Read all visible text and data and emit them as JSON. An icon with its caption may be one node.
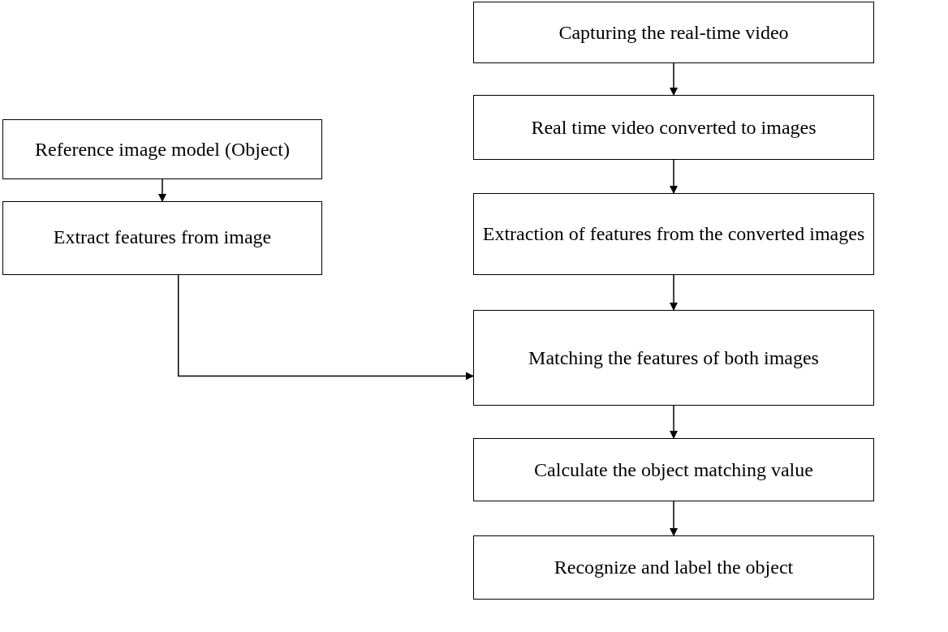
{
  "diagram": {
    "nodes": [
      {
        "text": [
          "Reference image model (Object)"
        ]
      },
      {
        "text": [
          "Extract features from image"
        ]
      },
      {
        "text": [
          "Capturing the real-time video"
        ]
      },
      {
        "text": [
          "Real time video converted to images"
        ]
      },
      {
        "text": [
          "Extraction of features from the converted images"
        ]
      },
      {
        "text": [
          "Matching the features of both images"
        ]
      },
      {
        "text": [
          "Calculate the object matching value"
        ]
      },
      {
        "text": [
          "Recognize and label the object"
        ]
      }
    ],
    "edges": [
      {
        "from": 0,
        "to": 1,
        "arrow": "to"
      },
      {
        "from": 2,
        "to": 3,
        "arrow": "to"
      },
      {
        "from": 3,
        "to": 4,
        "arrow": "to"
      },
      {
        "from": 4,
        "to": 5,
        "arrow": "to"
      },
      {
        "from": 1,
        "to": 5,
        "arrow": "to"
      },
      {
        "from": 5,
        "to": 6,
        "arrow": "to"
      },
      {
        "from": 6,
        "to": 7,
        "arrow": "to"
      }
    ]
  }
}
